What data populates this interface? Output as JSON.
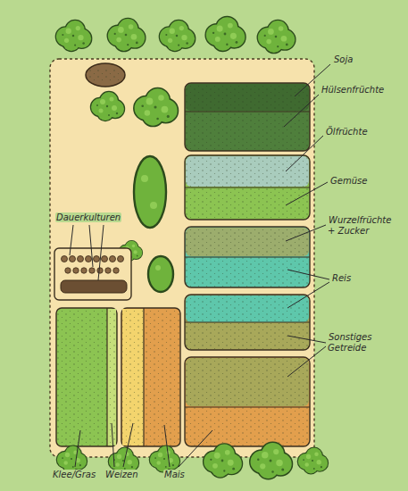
{
  "diagram": {
    "labels": [
      "Soja",
      "Hülsenfrüchte",
      "Ölfrüchte",
      "Gemüse",
      "Wurzelfrüchte + Zucker",
      "Reis",
      "Sonstiges Getreide",
      "Dauerkulturen",
      "Klee/Gras",
      "Weizen",
      "Mais"
    ]
  }
}
